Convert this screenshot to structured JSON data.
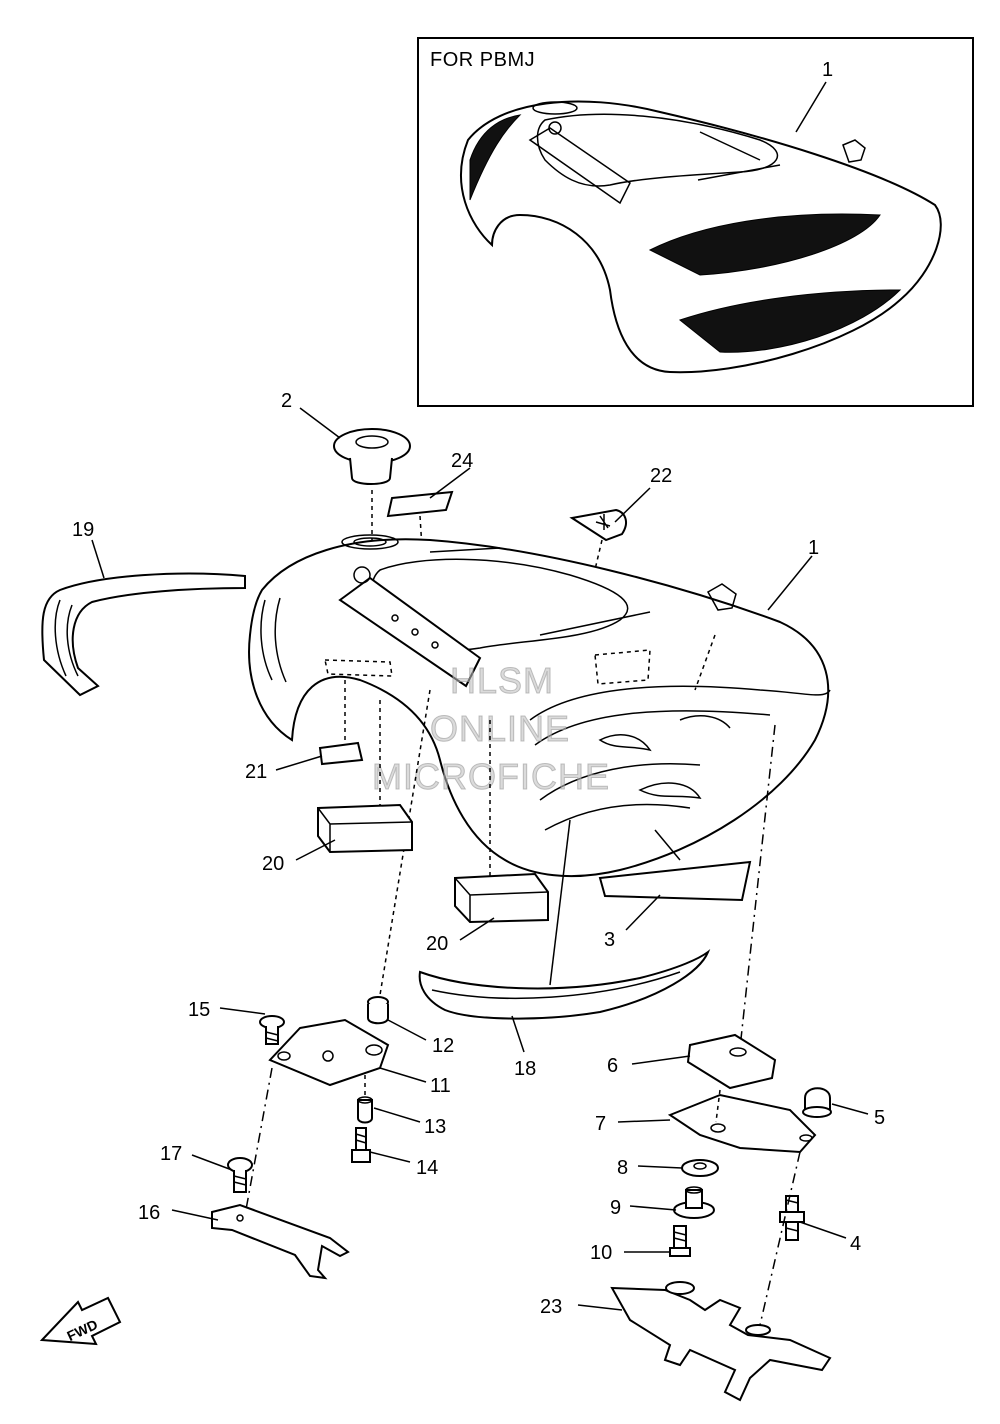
{
  "inset": {
    "title": "FOR PBMJ",
    "callout": "1"
  },
  "callouts": [
    {
      "id": "c2",
      "label": "2"
    },
    {
      "id": "c24",
      "label": "24"
    },
    {
      "id": "c22",
      "label": "22"
    },
    {
      "id": "c19",
      "label": "19"
    },
    {
      "id": "c1",
      "label": "1"
    },
    {
      "id": "c21",
      "label": "21"
    },
    {
      "id": "c20a",
      "label": "20"
    },
    {
      "id": "c20b",
      "label": "20"
    },
    {
      "id": "c3",
      "label": "3"
    },
    {
      "id": "c15",
      "label": "15"
    },
    {
      "id": "c12",
      "label": "12"
    },
    {
      "id": "c11",
      "label": "11"
    },
    {
      "id": "c18",
      "label": "18"
    },
    {
      "id": "c13",
      "label": "13"
    },
    {
      "id": "c14",
      "label": "14"
    },
    {
      "id": "c17",
      "label": "17"
    },
    {
      "id": "c16",
      "label": "16"
    },
    {
      "id": "c6",
      "label": "6"
    },
    {
      "id": "c7",
      "label": "7"
    },
    {
      "id": "c5",
      "label": "5"
    },
    {
      "id": "c8",
      "label": "8"
    },
    {
      "id": "c9",
      "label": "9"
    },
    {
      "id": "c4",
      "label": "4"
    },
    {
      "id": "c10",
      "label": "10"
    },
    {
      "id": "c23",
      "label": "23"
    }
  ],
  "fwd_label": "FWD",
  "watermark": {
    "line1": "HLSM",
    "line2": "ONLINE",
    "line3": "MICROFICHE"
  }
}
